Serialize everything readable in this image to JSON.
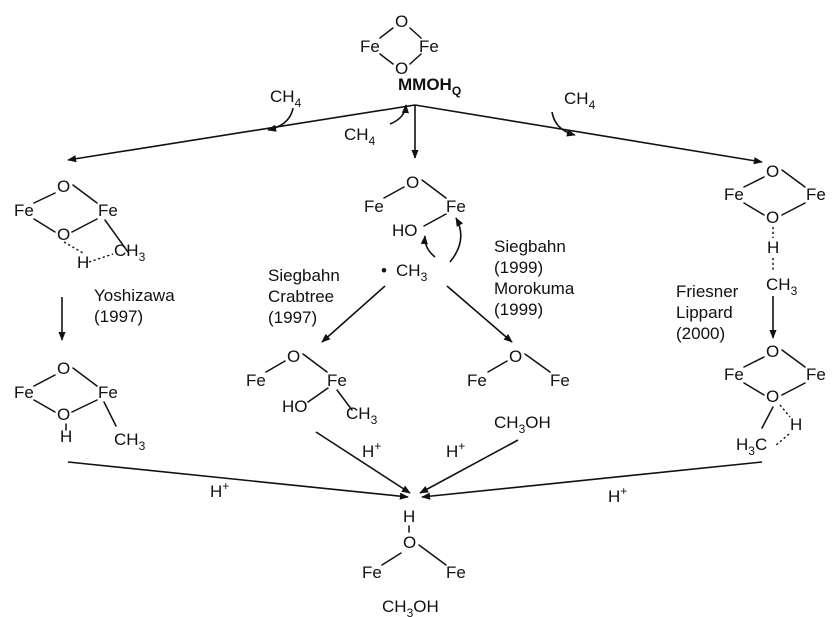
{
  "atoms": {
    "fe": "Fe",
    "o": "O",
    "h": "H",
    "ho": "HO",
    "ch3": "CH",
    "h3c": "H",
    "c_suffix": "C",
    "ch4": "CH",
    "methanol": "CH",
    "methanol_suffix": "OH",
    "sub3": "3",
    "sub4": "4",
    "radical_dot": "•",
    "proton": "H",
    "plus": "+"
  },
  "species": {
    "mmohq_main": "MMOH",
    "mmohq_sub": "Q"
  },
  "references": {
    "yoshizawa": [
      "Yoshizawa",
      "(1997)"
    ],
    "siegbahn_crabtree": [
      "Siegbahn",
      "Crabtree",
      "(1997)"
    ],
    "siegbahn_morokuma": [
      "Siegbahn",
      "(1999)",
      "Morokuma",
      "(1999)"
    ],
    "friesner_lippard": [
      "Friesner",
      "Lippard",
      "(2000)"
    ]
  }
}
